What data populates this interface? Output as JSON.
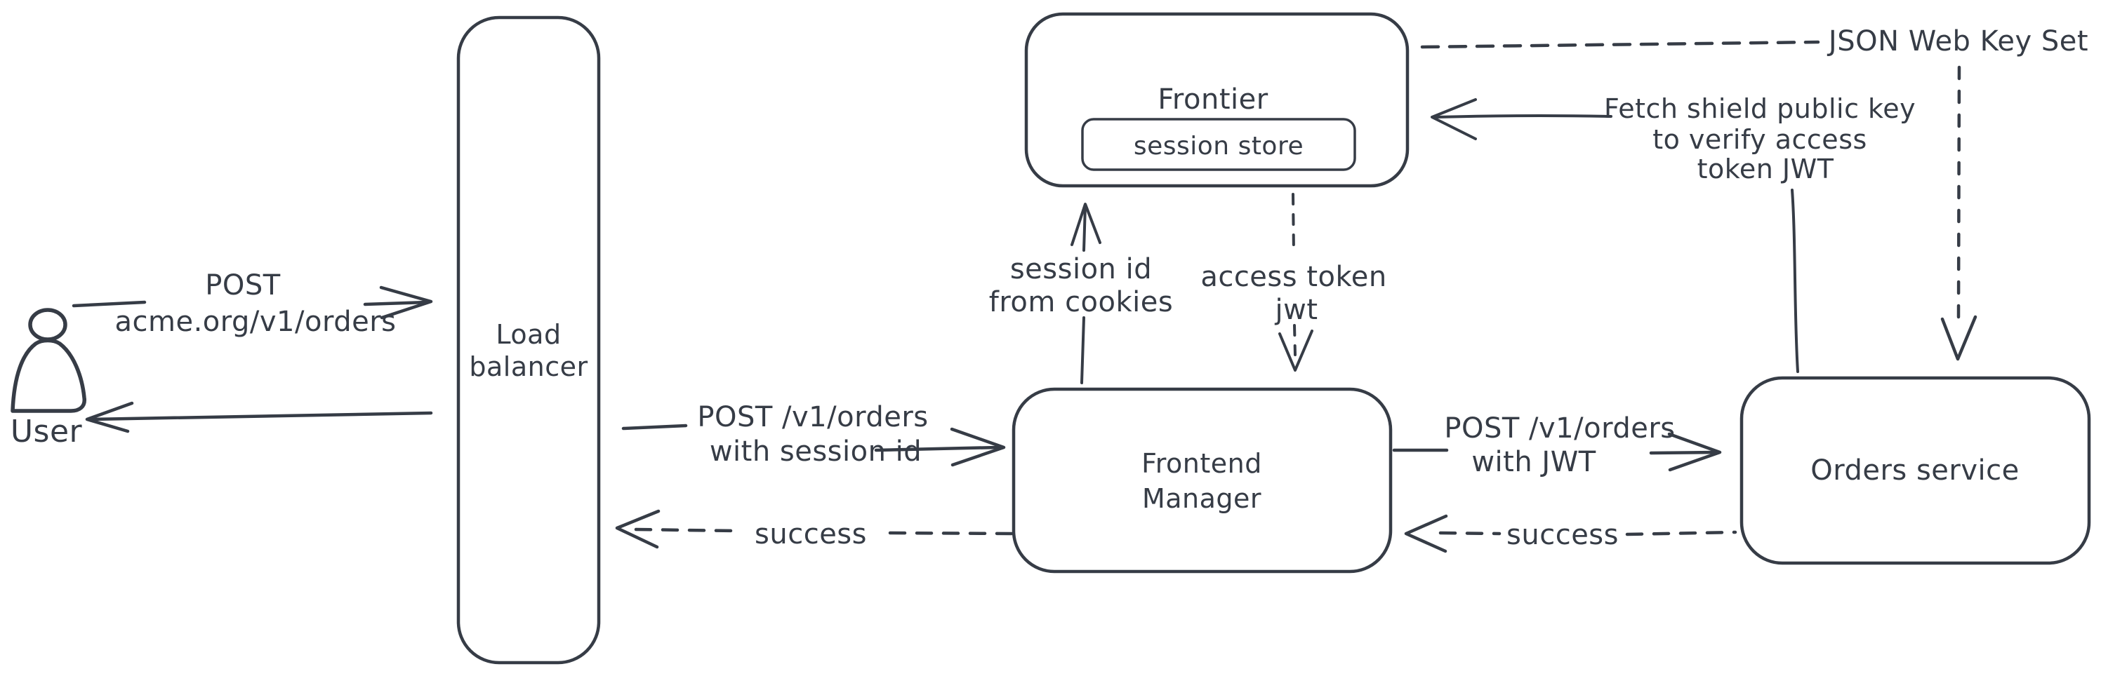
{
  "diagram": {
    "background_color": "#ffffff",
    "stroke_color": "#363c46",
    "hatch_fill_color": "#ccd6df",
    "nodes": {
      "user": {
        "label": "User"
      },
      "load_balancer": {
        "line1": "Load",
        "line2": "balancer"
      },
      "frontier": {
        "label": "Frontier",
        "session_store": "session store"
      },
      "frontend_manager": {
        "line1": "Frontend",
        "line2": "Manager"
      },
      "orders_service": {
        "label": "Orders service"
      }
    },
    "edges": {
      "user_to_lb": {
        "line1": "POST",
        "line2": "acme.org/v1/orders"
      },
      "lb_to_fm": {
        "line1": "POST /v1/orders",
        "line2": "with session id"
      },
      "fm_to_lb": {
        "label": "success"
      },
      "fm_to_frontier": {
        "line1": "session id",
        "line2": "from cookies"
      },
      "frontier_to_fm": {
        "line1": "access token",
        "line2": "jwt"
      },
      "fm_to_orders": {
        "line1": "POST /v1/orders",
        "line2": "with JWT"
      },
      "orders_to_fm": {
        "label": "success"
      },
      "frontier_to_jwks": {
        "label": "JSON Web Key Set"
      },
      "orders_to_frontier": {
        "line1": "Fetch shield public key",
        "line2": "to verify access",
        "line3": "token JWT"
      }
    }
  }
}
